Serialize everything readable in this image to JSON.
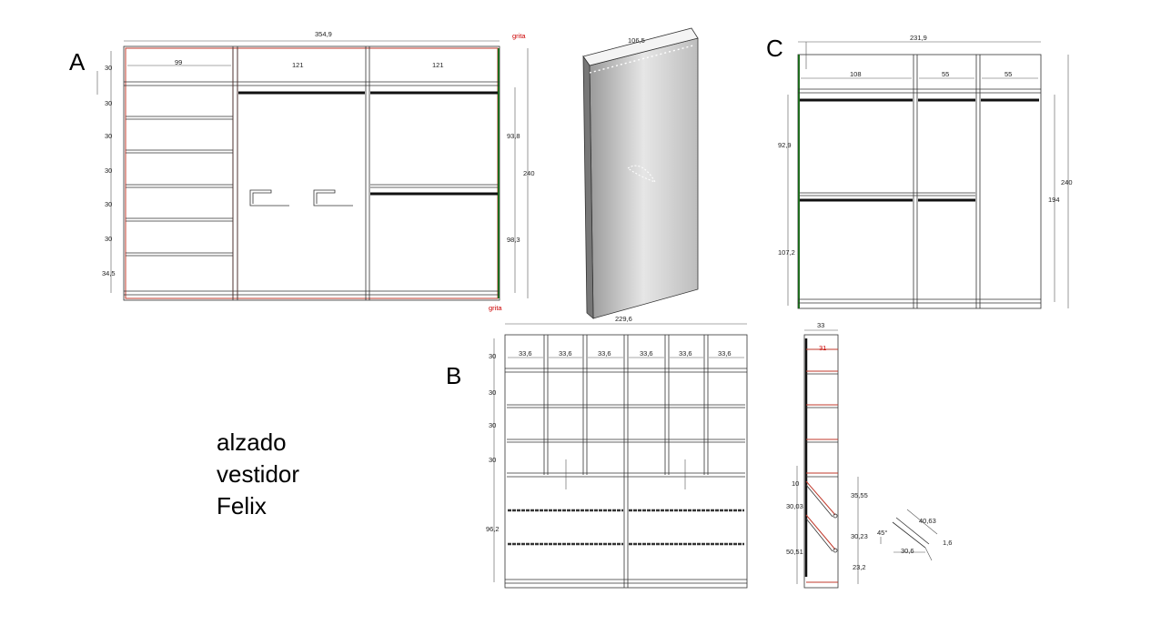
{
  "labels": {
    "a": "A",
    "b": "B",
    "c": "C",
    "title_line1": "alzado",
    "title_line2": "vestidor",
    "title_line3": "Felix"
  },
  "elevation_a": {
    "total_width": "354,9",
    "top_widths": [
      "99",
      "121",
      "121"
    ],
    "left_heights": [
      "30",
      "30",
      "30",
      "30",
      "30",
      "30",
      "34,5"
    ],
    "right_heights": [
      "93,8",
      "98,3"
    ],
    "total_height": "240",
    "gap_label_top": "grita",
    "gap_label_bottom": "grita"
  },
  "door_panel": {
    "width": "106,5"
  },
  "elevation_c": {
    "total_width": "231,9",
    "top_widths": [
      "108",
      "55",
      "55"
    ],
    "left_heights": [
      "92,9",
      "107,2"
    ],
    "inner_height": "194",
    "total_height": "240"
  },
  "elevation_b": {
    "total_width": "229,6",
    "top_widths": [
      "33,6",
      "33,6",
      "33,6",
      "33,6",
      "33,6",
      "33,6"
    ],
    "left_heights": [
      "30",
      "30",
      "30",
      "30",
      "96,2"
    ]
  },
  "section": {
    "depth_outer": "33",
    "depth_inner": "31",
    "left_dims": [
      "10",
      "30,03",
      "50,51"
    ],
    "right_dims": [
      "35,55",
      "30,23",
      "23,2"
    ]
  },
  "detail": {
    "angle": "45°",
    "diag": "40,63",
    "base": "30,6",
    "thickness": "1,6"
  }
}
